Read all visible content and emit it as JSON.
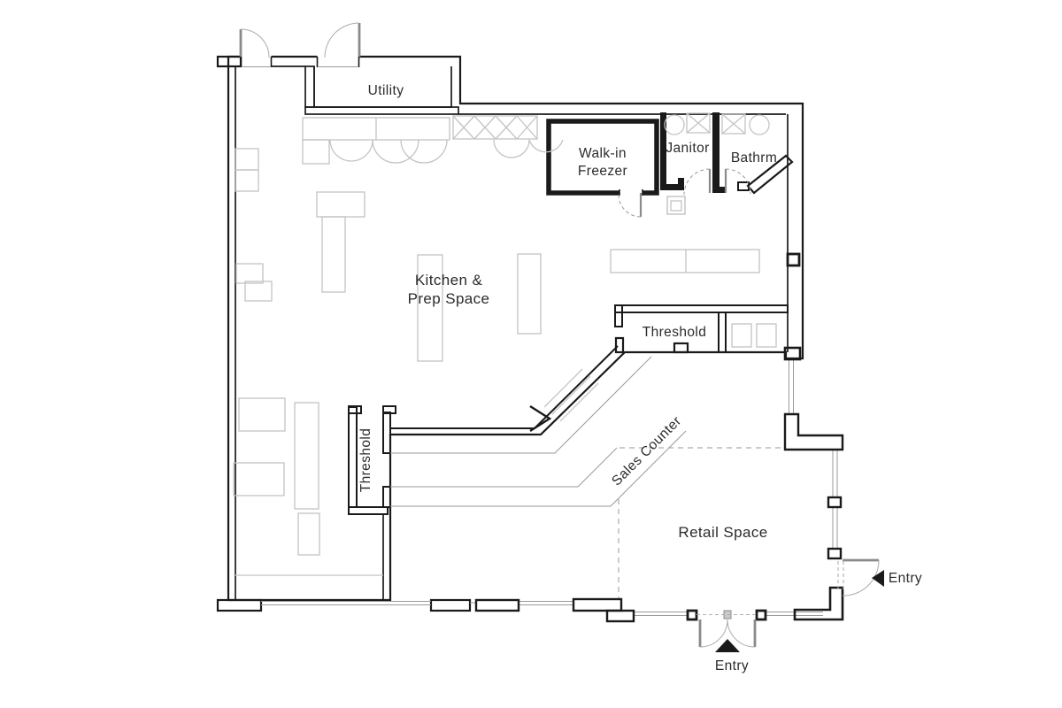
{
  "labels": {
    "utility": "Utility",
    "walk_in_freezer_line1": "Walk-in",
    "walk_in_freezer_line2": "Freezer",
    "janitor": "Janitor",
    "bathroom": "Bathrm",
    "kitchen_line1": "Kitchen &",
    "kitchen_line2": "Prep Space",
    "threshold_north": "Threshold",
    "threshold_west": "Threshold",
    "sales_counter": "Sales Counter",
    "retail": "Retail Space",
    "entry_south": "Entry",
    "entry_east": "Entry"
  },
  "colors": {
    "wall": "#1a1a1a",
    "hatchline": "#bcbcbc",
    "fixture": "#c4c4c4",
    "door": "#8a8a8a",
    "dash": "#ababab",
    "text": "#2b2b2b",
    "background": "#ffffff"
  }
}
